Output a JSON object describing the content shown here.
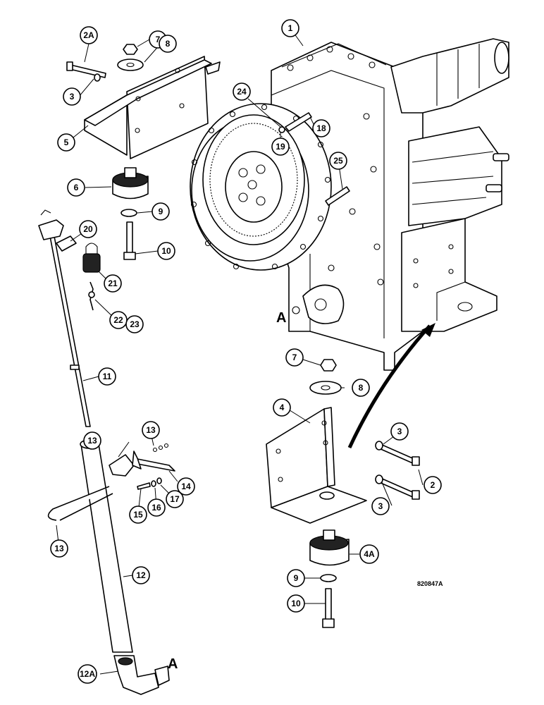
{
  "figure": {
    "code": "820847A",
    "ref_letters": [
      "A",
      "A"
    ]
  },
  "callouts": [
    {
      "id": "c-1",
      "label": "1"
    },
    {
      "id": "c-2a",
      "label": "2A"
    },
    {
      "id": "c-7a",
      "label": "7"
    },
    {
      "id": "c-8a",
      "label": "8"
    },
    {
      "id": "c-3a",
      "label": "3"
    },
    {
      "id": "c-5",
      "label": "5"
    },
    {
      "id": "c-6",
      "label": "6"
    },
    {
      "id": "c-9a",
      "label": "9"
    },
    {
      "id": "c-10a",
      "label": "10"
    },
    {
      "id": "c-20",
      "label": "20"
    },
    {
      "id": "c-21",
      "label": "21"
    },
    {
      "id": "c-22",
      "label": "22"
    },
    {
      "id": "c-23",
      "label": "23"
    },
    {
      "id": "c-11",
      "label": "11"
    },
    {
      "id": "c-13a",
      "label": "13"
    },
    {
      "id": "c-13b",
      "label": "13"
    },
    {
      "id": "c-13c",
      "label": "13"
    },
    {
      "id": "c-14",
      "label": "14"
    },
    {
      "id": "c-15",
      "label": "15"
    },
    {
      "id": "c-16",
      "label": "16"
    },
    {
      "id": "c-17",
      "label": "17"
    },
    {
      "id": "c-12",
      "label": "12"
    },
    {
      "id": "c-12a",
      "label": "12A"
    },
    {
      "id": "c-24",
      "label": "24"
    },
    {
      "id": "c-18",
      "label": "18"
    },
    {
      "id": "c-19",
      "label": "19"
    },
    {
      "id": "c-25",
      "label": "25"
    },
    {
      "id": "c-7b",
      "label": "7"
    },
    {
      "id": "c-8b",
      "label": "8"
    },
    {
      "id": "c-4",
      "label": "4"
    },
    {
      "id": "c-3b",
      "label": "3"
    },
    {
      "id": "c-2",
      "label": "2"
    },
    {
      "id": "c-3c",
      "label": "3"
    },
    {
      "id": "c-4a",
      "label": "4A"
    },
    {
      "id": "c-9b",
      "label": "9"
    },
    {
      "id": "c-10b",
      "label": "10"
    }
  ]
}
